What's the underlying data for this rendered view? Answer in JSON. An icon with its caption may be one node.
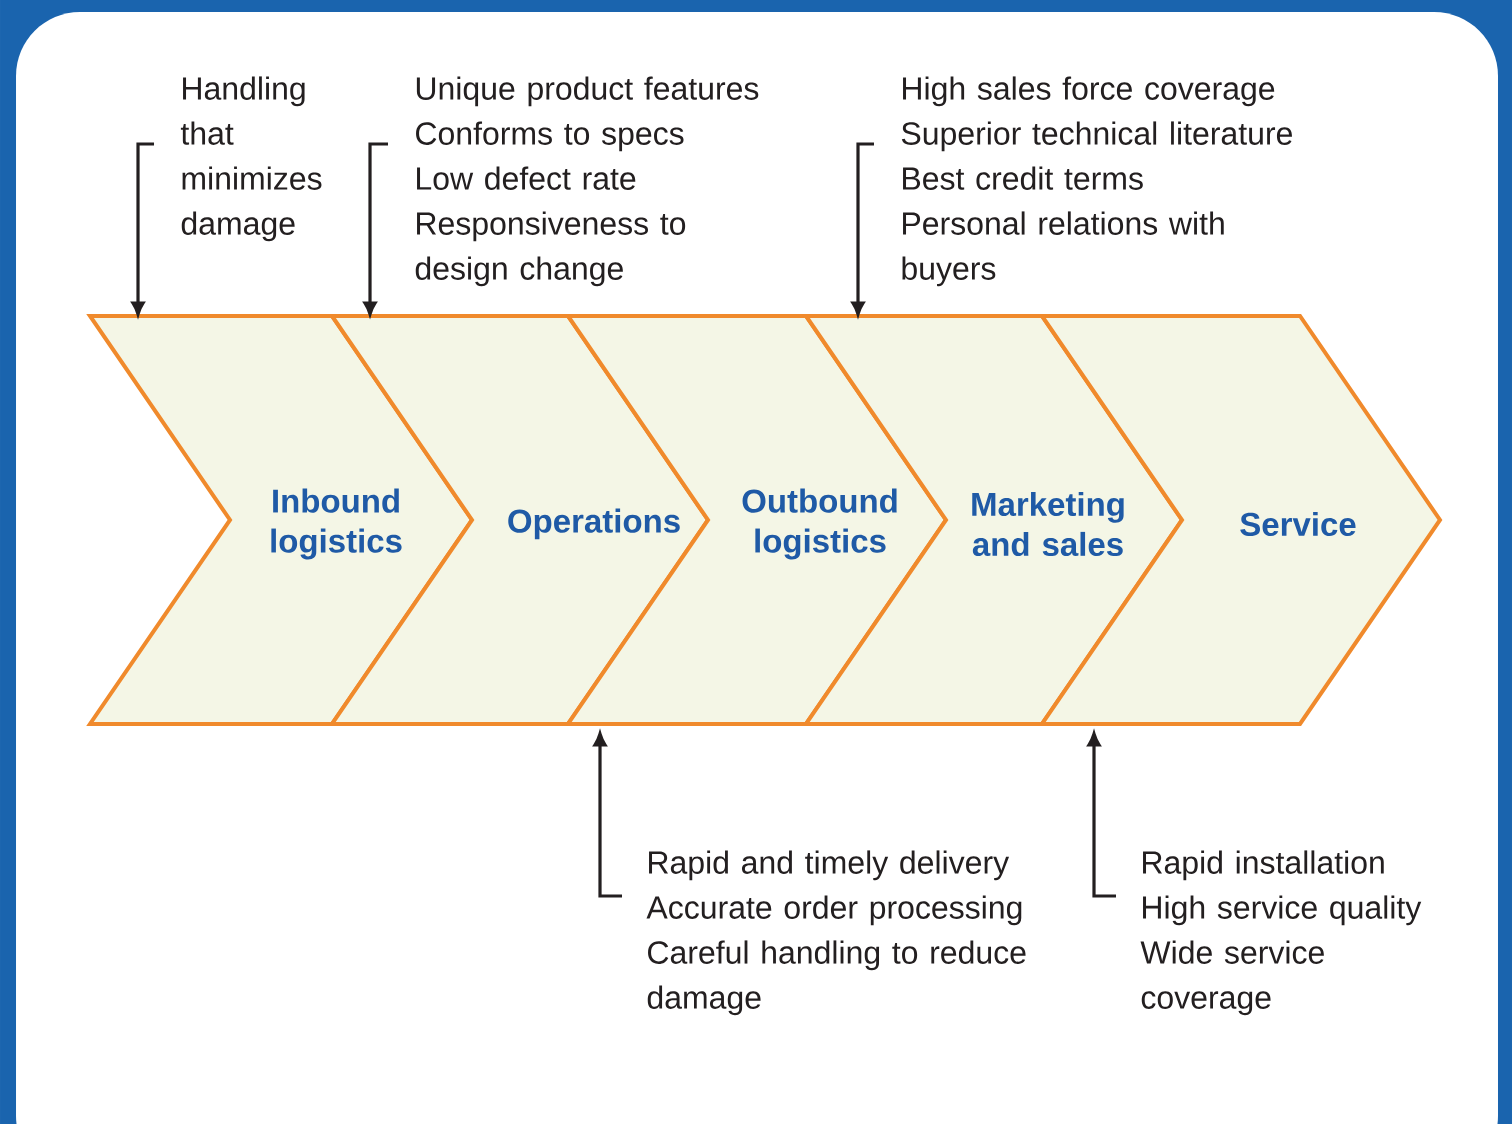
{
  "diagram": {
    "nodes": [
      {
        "text": [
          "Inbound logistics"
        ]
      },
      {
        "text": [
          "Operations"
        ]
      },
      {
        "text": [
          "Outbound logistics"
        ]
      },
      {
        "text": [
          "Marketing and sales"
        ]
      },
      {
        "text": [
          "Service"
        ]
      },
      {
        "text": [
          "Handling that minimizes damage"
        ]
      },
      {
        "text": [
          "Unique product features",
          "Conforms to specs",
          "Low defect rate",
          "Responsiveness to design change"
        ]
      },
      {
        "text": [
          "High sales force coverage",
          "Superior technical literature",
          "Best credit terms",
          "Personal relations with buyers"
        ]
      },
      {
        "text": [
          "Rapid and timely delivery",
          "Accurate order processing",
          "Careful handling to reduce damage"
        ]
      },
      {
        "text": [
          "Rapid installation",
          "High service quality",
          "Wide service coverage"
        ]
      }
    ],
    "edges": [
      {
        "from": 5,
        "to": 0,
        "arrow": "to"
      },
      {
        "from": 6,
        "to": 1,
        "arrow": "to"
      },
      {
        "from": 7,
        "to": 3,
        "arrow": "to"
      },
      {
        "from": 8,
        "to": 2,
        "arrow": "to"
      },
      {
        "from": 9,
        "to": 4,
        "arrow": "to"
      }
    ]
  }
}
